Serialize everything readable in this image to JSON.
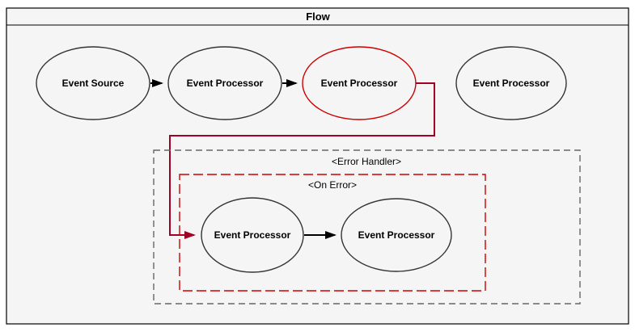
{
  "diagram": {
    "title": "Flow",
    "containers": {
      "error_handler_label": "<Error Handler>",
      "on_error_label": "<On Error>"
    },
    "nodes": {
      "event_source": {
        "label": "Event Source"
      },
      "processor_1": {
        "label": "Event Processor"
      },
      "processor_2": {
        "label": "Event Processor"
      },
      "processor_3": {
        "label": "Event Processor"
      },
      "error_processor_1": {
        "label": "Event Processor"
      },
      "error_processor_2": {
        "label": "Event Processor"
      }
    },
    "colors": {
      "canvas_fill": "#f5f5f5",
      "node_fill": "#f5f5f5",
      "node_stroke": "#333333",
      "error_node_stroke": "#cc0000",
      "error_edge_stroke": "#a20025",
      "on_error_border": "#cc0000",
      "error_handler_border": "#666666",
      "edge_stroke": "#000000"
    }
  }
}
